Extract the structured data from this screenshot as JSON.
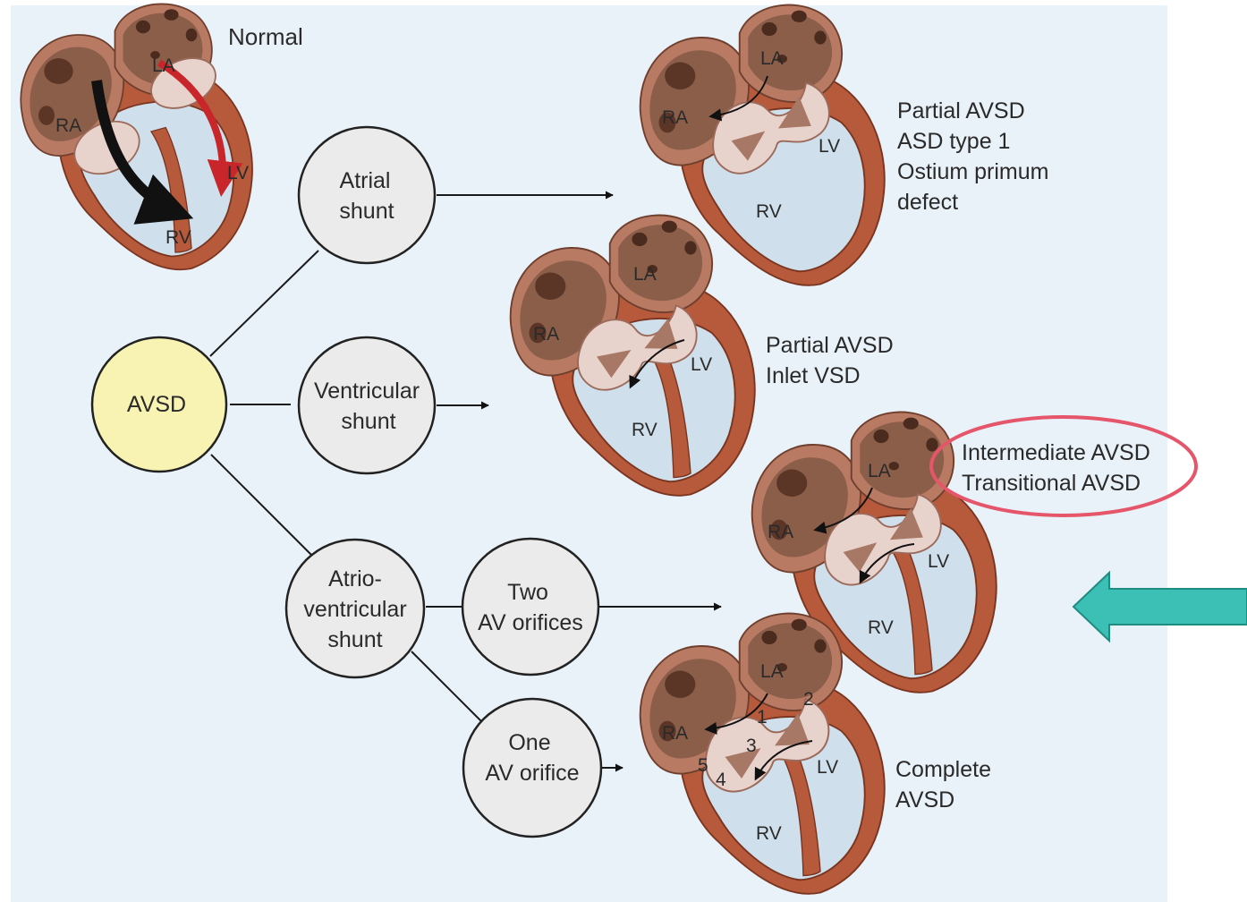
{
  "colors": {
    "panel_bg": "#e9f1f9",
    "node_fill": "#ebebeb",
    "root_fill": "#f8f3b2",
    "heart_wall": "#b75a3c",
    "atria": "#8b5e4a",
    "ventricle": "#cfe0ec",
    "highlight_ellipse": "#e5566a",
    "pointer_arrow": "#3cbfb4"
  },
  "nodes": {
    "root": "AVSD",
    "atrial": [
      "Atrial",
      "shunt"
    ],
    "ventricular": [
      "Ventricular",
      "shunt"
    ],
    "atrioventricular": [
      "Atrio-",
      "ventricular",
      "shunt"
    ],
    "two_orifices": [
      "Two",
      "AV orifices"
    ],
    "one_orifice": [
      "One",
      "AV orifice"
    ]
  },
  "hearts": {
    "normal": {
      "caption": "Normal",
      "la": "LA",
      "ra": "RA",
      "lv": "LV",
      "rv": "RV"
    },
    "partial_atrial": {
      "la": "LA",
      "ra": "RA",
      "lv": "LV",
      "rv": "RV"
    },
    "partial_ventricular": {
      "la": "LA",
      "ra": "RA",
      "lv": "LV",
      "rv": "RV"
    },
    "intermediate": {
      "la": "LA",
      "ra": "RA",
      "lv": "LV",
      "rv": "RV"
    },
    "complete": {
      "la": "LA",
      "ra": "RA",
      "lv": "LV",
      "rv": "RV",
      "leaflets": [
        "1",
        "2",
        "3",
        "4",
        "5"
      ]
    }
  },
  "descriptions": {
    "partial_atrial": [
      "Partial AVSD",
      "ASD type 1",
      "Ostium primum",
      "defect"
    ],
    "partial_ventricular": [
      "Partial AVSD",
      "Inlet VSD"
    ],
    "intermediate": [
      "Intermediate AVSD",
      "Transitional AVSD"
    ],
    "complete": [
      "Complete",
      "AVSD"
    ]
  },
  "icons": {
    "pointer": "left-arrow-icon",
    "flow": "arrow-head-icon"
  }
}
